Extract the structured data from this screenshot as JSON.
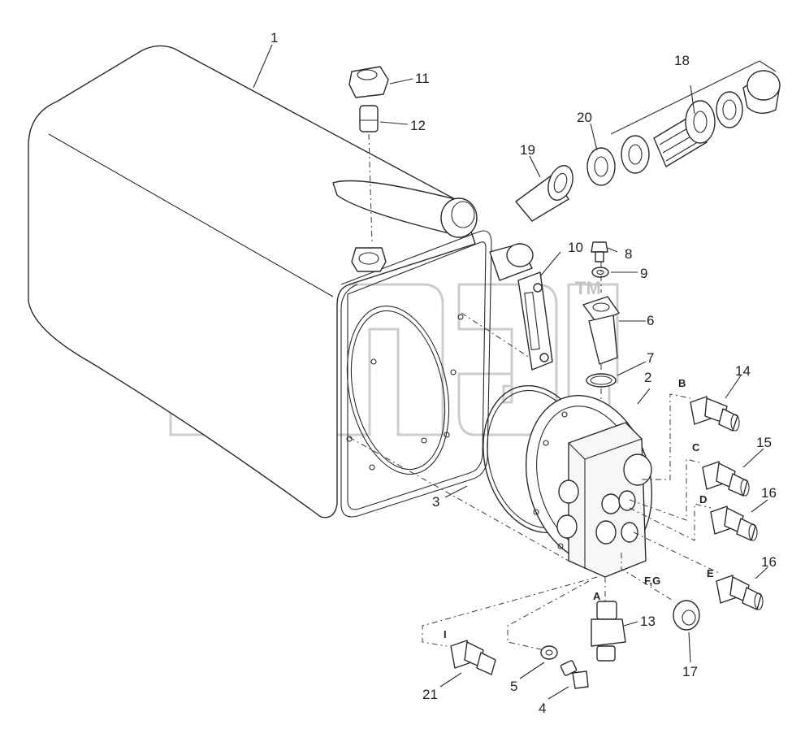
{
  "diagram": {
    "part_numbers": {
      "p1": "1",
      "p2": "2",
      "p3": "3",
      "p4": "4",
      "p5": "5",
      "p6": "6",
      "p7": "7",
      "p8": "8",
      "p9": "9",
      "p10": "10",
      "p11": "11",
      "p12": "12",
      "p13": "13",
      "p14": "14",
      "p15": "15",
      "p16a": "16",
      "p16b": "16",
      "p17": "17",
      "p18": "18",
      "p19": "19",
      "p20": "20",
      "p21": "21"
    },
    "port_letters": {
      "A": "A",
      "B": "B",
      "C": "C",
      "D": "D",
      "E": "E",
      "FG": "F,G",
      "I": "I"
    },
    "watermark": {
      "text": "ЭПАП",
      "tm": "TM"
    }
  }
}
